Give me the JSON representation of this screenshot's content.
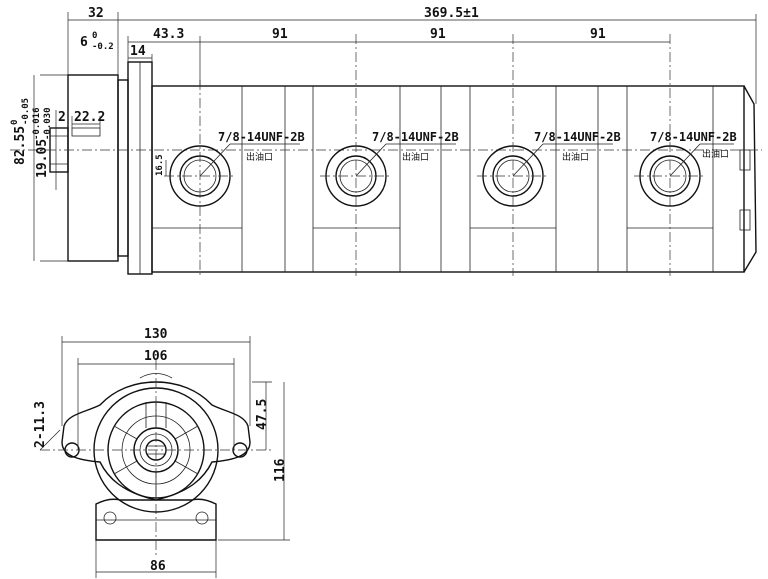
{
  "side_view": {
    "overall_length": "369.5±1",
    "flange_depth": "32",
    "flange_tol_nominal": "6",
    "flange_tol_upper": "0",
    "flange_tol_lower": "-0.2",
    "first_port_offset": "43.3",
    "boss_depth": "14",
    "pitch": [
      "91",
      "91",
      "91"
    ],
    "pilot_dia_nominal": "82.55",
    "pilot_dia_upper": "0",
    "pilot_dia_lower": "-0.05",
    "shaft_dia_nominal": "19.05",
    "shaft_dia_upper": "-0.016",
    "shaft_dia_lower": "-0.030",
    "key_width": "2",
    "shaft_length": "22.2",
    "port_height": "16.5",
    "ports": [
      {
        "thread": "7/8-14UNF-2B",
        "label": "出油口"
      },
      {
        "thread": "7/8-14UNF-2B",
        "label": "出油口"
      },
      {
        "thread": "7/8-14UNF-2B",
        "label": "出油口"
      },
      {
        "thread": "7/8-14UNF-2B",
        "label": "出油口"
      }
    ]
  },
  "front_view": {
    "overall_width": "130",
    "bolt_spacing": "106",
    "mount_holes": "2-11.3",
    "half_height": "47.5",
    "overall_height": "116",
    "base_width": "86"
  }
}
